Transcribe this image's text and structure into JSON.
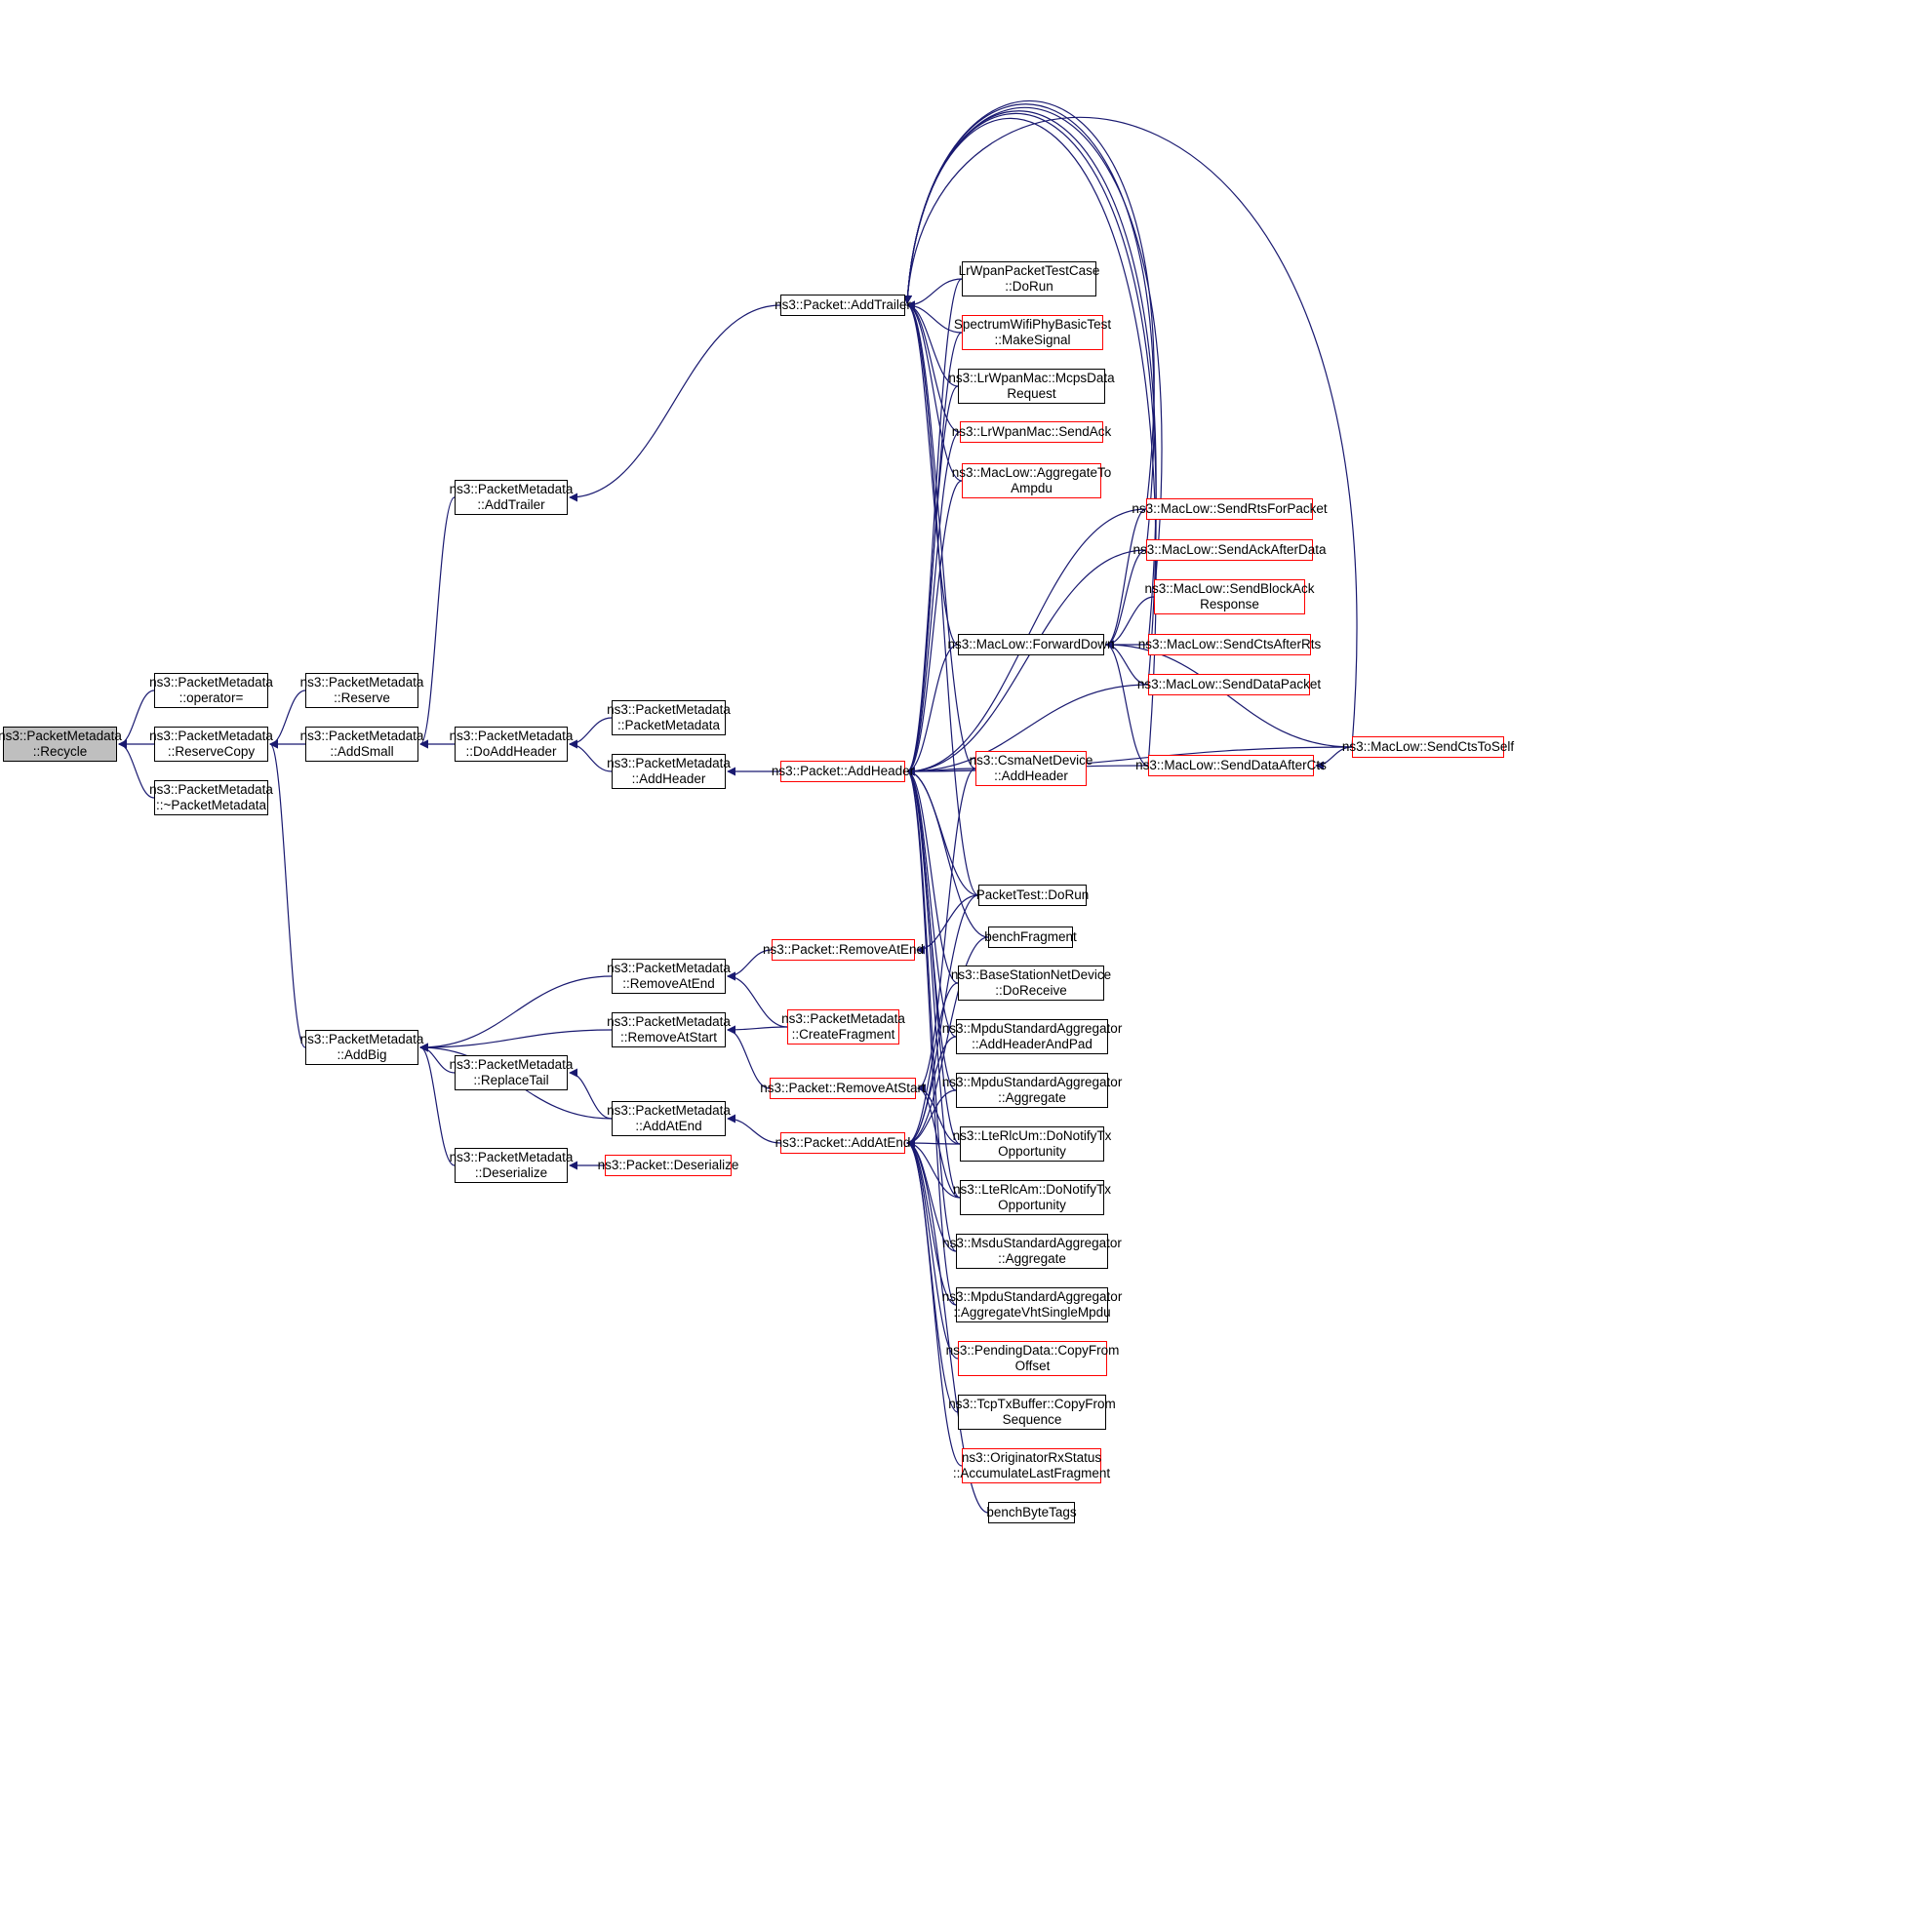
{
  "colors": {
    "edge": "#191970",
    "node_border": "#000000",
    "node_border_undocumented": "#ff0000",
    "current_fill": "#bfbfbf",
    "background": "#ffffff"
  },
  "nodes": [
    {
      "id": "recycle",
      "lines": [
        "ns3::PacketMetadata",
        "::Recycle"
      ],
      "style": "current"
    },
    {
      "id": "operator_assign",
      "lines": [
        "ns3::PacketMetadata",
        "::operator="
      ],
      "style": "normal"
    },
    {
      "id": "reserve_copy",
      "lines": [
        "ns3::PacketMetadata",
        "::ReserveCopy"
      ],
      "style": "normal"
    },
    {
      "id": "destructor",
      "lines": [
        "ns3::PacketMetadata",
        "::~PacketMetadata"
      ],
      "style": "normal"
    },
    {
      "id": "reserve",
      "lines": [
        "ns3::PacketMetadata",
        "::Reserve"
      ],
      "style": "normal"
    },
    {
      "id": "add_small",
      "lines": [
        "ns3::PacketMetadata",
        "::AddSmall"
      ],
      "style": "normal"
    },
    {
      "id": "pm_add_trailer",
      "lines": [
        "ns3::PacketMetadata",
        "::AddTrailer"
      ],
      "style": "normal"
    },
    {
      "id": "do_add_header",
      "lines": [
        "ns3::PacketMetadata",
        "::DoAddHeader"
      ],
      "style": "normal"
    },
    {
      "id": "pm_ctor",
      "lines": [
        "ns3::PacketMetadata",
        "::PacketMetadata"
      ],
      "style": "normal"
    },
    {
      "id": "pm_add_header",
      "lines": [
        "ns3::PacketMetadata",
        "::AddHeader"
      ],
      "style": "normal"
    },
    {
      "id": "add_big",
      "lines": [
        "ns3::PacketMetadata",
        "::AddBig"
      ],
      "style": "normal"
    },
    {
      "id": "pm_remove_at_end",
      "lines": [
        "ns3::PacketMetadata",
        "::RemoveAtEnd"
      ],
      "style": "normal"
    },
    {
      "id": "pm_remove_at_start",
      "lines": [
        "ns3::PacketMetadata",
        "::RemoveAtStart"
      ],
      "style": "normal"
    },
    {
      "id": "replace_tail",
      "lines": [
        "ns3::PacketMetadata",
        "::ReplaceTail"
      ],
      "style": "normal"
    },
    {
      "id": "pm_add_at_end",
      "lines": [
        "ns3::PacketMetadata",
        "::AddAtEnd"
      ],
      "style": "normal"
    },
    {
      "id": "pm_deserialize",
      "lines": [
        "ns3::PacketMetadata",
        "::Deserialize"
      ],
      "style": "normal"
    },
    {
      "id": "p_add_trailer",
      "lines": [
        "ns3::Packet::AddTrailer"
      ],
      "style": "normal"
    },
    {
      "id": "p_add_header",
      "lines": [
        "ns3::Packet::AddHeader"
      ],
      "style": "red"
    },
    {
      "id": "p_remove_at_end",
      "lines": [
        "ns3::Packet::RemoveAtEnd"
      ],
      "style": "red"
    },
    {
      "id": "create_fragment",
      "lines": [
        "ns3::PacketMetadata",
        "::CreateFragment"
      ],
      "style": "red"
    },
    {
      "id": "p_remove_at_start",
      "lines": [
        "ns3::Packet::RemoveAtStart"
      ],
      "style": "red"
    },
    {
      "id": "p_add_at_end",
      "lines": [
        "ns3::Packet::AddAtEnd"
      ],
      "style": "red"
    },
    {
      "id": "p_deserialize",
      "lines": [
        "ns3::Packet::Deserialize"
      ],
      "style": "red"
    },
    {
      "id": "lrwpan_test",
      "lines": [
        "LrWpanPacketTestCase",
        "::DoRun"
      ],
      "style": "normal"
    },
    {
      "id": "spectrum_test",
      "lines": [
        "SpectrumWifiPhyBasicTest",
        "::MakeSignal"
      ],
      "style": "red"
    },
    {
      "id": "mcps_data",
      "lines": [
        "ns3::LrWpanMac::McpsData",
        "Request"
      ],
      "style": "normal"
    },
    {
      "id": "lrwpan_sendack",
      "lines": [
        "ns3::LrWpanMac::SendAck"
      ],
      "style": "red"
    },
    {
      "id": "aggregate_to_ampdu",
      "lines": [
        "ns3::MacLow::AggregateTo",
        "Ampdu"
      ],
      "style": "red"
    },
    {
      "id": "forward_down",
      "lines": [
        "ns3::MacLow::ForwardDown"
      ],
      "style": "normal"
    },
    {
      "id": "csma_add_header",
      "lines": [
        "ns3::CsmaNetDevice",
        "::AddHeader"
      ],
      "style": "red"
    },
    {
      "id": "packet_test",
      "lines": [
        "PacketTest::DoRun"
      ],
      "style": "normal"
    },
    {
      "id": "bench_fragment",
      "lines": [
        "benchFragment"
      ],
      "style": "normal"
    },
    {
      "id": "bs_receive",
      "lines": [
        "ns3::BaseStationNetDevice",
        "::DoReceive"
      ],
      "style": "normal"
    },
    {
      "id": "mpdu_add_header_pad",
      "lines": [
        "ns3::MpduStandardAggregator",
        "::AddHeaderAndPad"
      ],
      "style": "normal"
    },
    {
      "id": "mpdu_aggregate",
      "lines": [
        "ns3::MpduStandardAggregator",
        "::Aggregate"
      ],
      "style": "normal"
    },
    {
      "id": "rlc_um",
      "lines": [
        "ns3::LteRlcUm::DoNotifyTx",
        "Opportunity"
      ],
      "style": "normal"
    },
    {
      "id": "rlc_am",
      "lines": [
        "ns3::LteRlcAm::DoNotifyTx",
        "Opportunity"
      ],
      "style": "normal"
    },
    {
      "id": "msdu_aggregate",
      "lines": [
        "ns3::MsduStandardAggregator",
        "::Aggregate"
      ],
      "style": "normal"
    },
    {
      "id": "mpdu_vht",
      "lines": [
        "ns3::MpduStandardAggregator",
        "::AggregateVhtSingleMpdu"
      ],
      "style": "normal"
    },
    {
      "id": "pending_copy",
      "lines": [
        "ns3::PendingData::CopyFrom",
        "Offset"
      ],
      "style": "red"
    },
    {
      "id": "tcp_copy",
      "lines": [
        "ns3::TcpTxBuffer::CopyFrom",
        "Sequence"
      ],
      "style": "normal"
    },
    {
      "id": "originator",
      "lines": [
        "ns3::OriginatorRxStatus",
        "::AccumulateLastFragment"
      ],
      "style": "red"
    },
    {
      "id": "bench_bytetags",
      "lines": [
        "benchByteTags"
      ],
      "style": "normal"
    },
    {
      "id": "send_rts",
      "lines": [
        "ns3::MacLow::SendRtsForPacket"
      ],
      "style": "red"
    },
    {
      "id": "send_ack_after_data",
      "lines": [
        "ns3::MacLow::SendAckAfterData"
      ],
      "style": "red"
    },
    {
      "id": "send_block_ack",
      "lines": [
        "ns3::MacLow::SendBlockAck",
        "Response"
      ],
      "style": "red"
    },
    {
      "id": "send_cts_after_rts",
      "lines": [
        "ns3::MacLow::SendCtsAfterRts"
      ],
      "style": "red"
    },
    {
      "id": "send_data_packet",
      "lines": [
        "ns3::MacLow::SendDataPacket"
      ],
      "style": "red"
    },
    {
      "id": "send_data_after_cts",
      "lines": [
        "ns3::MacLow::SendDataAfterCts"
      ],
      "style": "red"
    },
    {
      "id": "send_cts_to_self",
      "lines": [
        "ns3::MacLow::SendCtsToSelf"
      ],
      "style": "red"
    }
  ],
  "edges": [
    [
      "recycle",
      "operator_assign"
    ],
    [
      "recycle",
      "reserve_copy"
    ],
    [
      "recycle",
      "destructor"
    ],
    [
      "reserve_copy",
      "reserve"
    ],
    [
      "reserve_copy",
      "add_small"
    ],
    [
      "reserve_copy",
      "add_big"
    ],
    [
      "add_small",
      "pm_add_trailer"
    ],
    [
      "add_small",
      "do_add_header"
    ],
    [
      "pm_add_trailer",
      "p_add_trailer"
    ],
    [
      "do_add_header",
      "pm_ctor"
    ],
    [
      "do_add_header",
      "pm_add_header"
    ],
    [
      "pm_add_header",
      "p_add_header"
    ],
    [
      "add_big",
      "pm_remove_at_end"
    ],
    [
      "add_big",
      "pm_remove_at_start"
    ],
    [
      "add_big",
      "replace_tail"
    ],
    [
      "add_big",
      "pm_add_at_end"
    ],
    [
      "add_big",
      "pm_deserialize"
    ],
    [
      "pm_remove_at_end",
      "p_remove_at_end"
    ],
    [
      "pm_remove_at_end",
      "create_fragment"
    ],
    [
      "pm_remove_at_start",
      "create_fragment"
    ],
    [
      "pm_remove_at_start",
      "p_remove_at_start"
    ],
    [
      "replace_tail",
      "pm_add_at_end"
    ],
    [
      "pm_add_at_end",
      "p_add_at_end"
    ],
    [
      "pm_deserialize",
      "p_deserialize"
    ],
    [
      "p_remove_at_end",
      "packet_test"
    ],
    [
      "p_remove_at_start",
      "csma_add_header"
    ],
    [
      "p_remove_at_start",
      "rlc_um"
    ],
    [
      "p_remove_at_start",
      "rlc_am"
    ],
    [
      "p_add_trailer",
      "lrwpan_test"
    ],
    [
      "p_add_trailer",
      "spectrum_test"
    ],
    [
      "p_add_trailer",
      "mcps_data"
    ],
    [
      "p_add_trailer",
      "lrwpan_sendack"
    ],
    [
      "p_add_trailer",
      "aggregate_to_ampdu"
    ],
    [
      "p_add_trailer",
      "forward_down"
    ],
    [
      "p_add_trailer",
      "csma_add_header"
    ],
    [
      "p_add_trailer",
      "packet_test"
    ],
    [
      "p_add_trailer",
      "send_rts"
    ],
    [
      "p_add_trailer",
      "send_ack_after_data"
    ],
    [
      "p_add_trailer",
      "send_block_ack"
    ],
    [
      "p_add_trailer",
      "send_cts_after_rts"
    ],
    [
      "p_add_trailer",
      "send_data_packet"
    ],
    [
      "p_add_trailer",
      "send_data_after_cts"
    ],
    [
      "p_add_trailer",
      "send_cts_to_self"
    ],
    [
      "p_add_header",
      "lrwpan_test"
    ],
    [
      "p_add_header",
      "spectrum_test"
    ],
    [
      "p_add_header",
      "mcps_data"
    ],
    [
      "p_add_header",
      "lrwpan_sendack"
    ],
    [
      "p_add_header",
      "aggregate_to_ampdu"
    ],
    [
      "p_add_header",
      "forward_down"
    ],
    [
      "p_add_header",
      "csma_add_header"
    ],
    [
      "p_add_header",
      "packet_test"
    ],
    [
      "p_add_header",
      "bench_fragment"
    ],
    [
      "p_add_header",
      "bs_receive"
    ],
    [
      "p_add_header",
      "mpdu_add_header_pad"
    ],
    [
      "p_add_header",
      "mpdu_aggregate"
    ],
    [
      "p_add_header",
      "rlc_um"
    ],
    [
      "p_add_header",
      "rlc_am"
    ],
    [
      "p_add_header",
      "msdu_aggregate"
    ],
    [
      "p_add_header",
      "mpdu_vht"
    ],
    [
      "p_add_header",
      "send_rts"
    ],
    [
      "p_add_header",
      "send_ack_after_data"
    ],
    [
      "p_add_header",
      "send_data_packet"
    ],
    [
      "p_add_header",
      "send_data_after_cts"
    ],
    [
      "p_add_header",
      "send_cts_to_self"
    ],
    [
      "p_add_at_end",
      "packet_test"
    ],
    [
      "p_add_at_end",
      "bench_fragment"
    ],
    [
      "p_add_at_end",
      "bs_receive"
    ],
    [
      "p_add_at_end",
      "mpdu_add_header_pad"
    ],
    [
      "p_add_at_end",
      "mpdu_aggregate"
    ],
    [
      "p_add_at_end",
      "rlc_um"
    ],
    [
      "p_add_at_end",
      "rlc_am"
    ],
    [
      "p_add_at_end",
      "msdu_aggregate"
    ],
    [
      "p_add_at_end",
      "mpdu_vht"
    ],
    [
      "p_add_at_end",
      "pending_copy"
    ],
    [
      "p_add_at_end",
      "tcp_copy"
    ],
    [
      "p_add_at_end",
      "originator"
    ],
    [
      "p_add_at_end",
      "bench_bytetags"
    ],
    [
      "forward_down",
      "send_rts"
    ],
    [
      "forward_down",
      "send_ack_after_data"
    ],
    [
      "forward_down",
      "send_block_ack"
    ],
    [
      "forward_down",
      "send_cts_after_rts"
    ],
    [
      "forward_down",
      "send_data_packet"
    ],
    [
      "forward_down",
      "send_data_after_cts"
    ],
    [
      "forward_down",
      "send_cts_to_self"
    ],
    [
      "send_data_after_cts",
      "send_cts_to_self"
    ]
  ]
}
